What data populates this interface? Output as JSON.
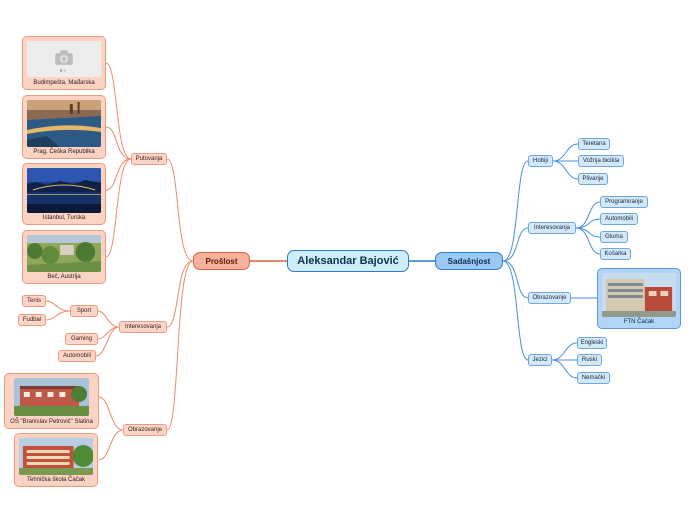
{
  "central": "Aleksandar Bajović",
  "left": {
    "title": "Prošlost",
    "putovanja": {
      "label": "Putovanja",
      "items": [
        "Budimpešta, Mađarska",
        "Prag, Češka Republika",
        "Istanbul, Turska",
        "Beč, Austrija"
      ]
    },
    "interesovanja": {
      "label": "Interesovanja",
      "sport": {
        "label": "Sport",
        "items": [
          "Tenis",
          "Fudbal"
        ]
      },
      "items": [
        "Gaming",
        "Automobili"
      ]
    },
    "obrazovanje": {
      "label": "Obrazovanje",
      "items": [
        "OŠ \"Branislav Petrović\" Slatina",
        "Tehnička škola Čačak"
      ]
    }
  },
  "right": {
    "title": "Sadašnjost",
    "hobiji": {
      "label": "Hobiji",
      "items": [
        "Teretana",
        "Vožnja bicikla",
        "Plivanje"
      ]
    },
    "interesovanja": {
      "label": "Interesovanja",
      "items": [
        "Programiranje",
        "Automobili",
        "Gluma",
        "Košarka"
      ]
    },
    "obrazovanje": {
      "label": "Obrazovanje",
      "items": [
        "FTN Čačak"
      ]
    },
    "jezici": {
      "label": "Jezici",
      "items": [
        "Engleski",
        "Ruski",
        "Nemački"
      ]
    }
  },
  "colors": {
    "left_branch": "#f08a6a",
    "right_branch": "#4a90d9",
    "central_border": "#2b7bd6"
  },
  "icons": {
    "placeholder": "camera-icon"
  }
}
